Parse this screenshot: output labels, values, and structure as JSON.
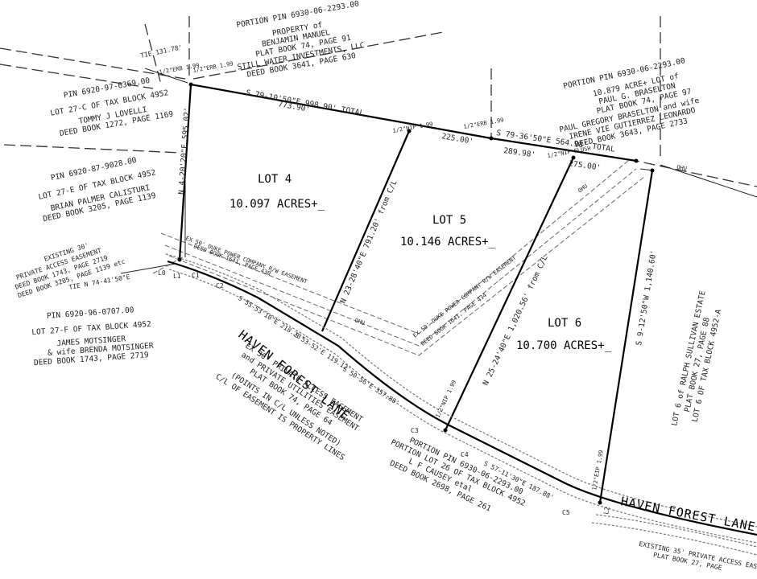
{
  "lots": [
    {
      "name": "LOT 4",
      "acres": "10.097 ACRES+_"
    },
    {
      "name": "LOT 5",
      "acres": "10.146 ACRES+_"
    },
    {
      "name": "LOT 6",
      "acres": "10.700 ACRES+_"
    }
  ],
  "road": {
    "name": "HAVEN FOREST LANE",
    "name_right": "HAVEN FOREST LANE"
  },
  "top_owner": {
    "line1": "PORTION PIN 6930-06-2293.00",
    "line2": "PROPERTY of",
    "line3": "BENJAMIN MANUEL",
    "line4": "PLAT BOOK 74, PAGE 91",
    "line5": "STILL WATER INVESTMENTS, LLC",
    "line6": "DEED BOOK 3641, PAGE 630"
  },
  "right_owner": {
    "line1": "PORTION PIN 6930-06-2293.00",
    "line2": "10.879 ACRE+ LOT of",
    "line3": "PAUL G. BRASELTON",
    "line4": "PLAT BOOK 74, PAGE 97",
    "line5": "PAUL GREGORY BRASELTON and wife",
    "line6": "IRENE VIE GUTIERREZ LEONARDO",
    "line7": "DEED BOOK 3643, PAGE 2733"
  },
  "left_owner": {
    "line1": "PIN 6920-97-6369.00",
    "line2": "LOT 27-C OF TAX BLOCK 4952",
    "line3": "TOMMY J LOVELLI",
    "line4": "DEED BOOK 1272, PAGE 1169"
  },
  "left_owner2": {
    "line1": "PIN 6920-87-9028.00",
    "line2": "LOT 27-E OF TAX BLOCK 4952",
    "line3": "BRIAN PALMER CALISTURI",
    "line4": "DEED BOOK 3205, PAGE 1139"
  },
  "left_easement": {
    "line1": "EXISTING 30'",
    "line2": "PRIVATE ACCESS EASEMENT",
    "line3": "DEED BOOK 1743, PAGE 2719",
    "line4": "DEED BOOK 3205, PAGE 1139 etc"
  },
  "bottom_left_owner": {
    "line1": "PIN 6920-96-0707.00",
    "line2": "LOT 27-F OF TAX BLOCK 4952",
    "line3": "JAMES MOTSINGER",
    "line4": "& wife BRENDA MOTSINGER",
    "line5": "DEED BOOK 1743, PAGE 2719"
  },
  "bottom_owner": {
    "line1": "PORTION PIN 6930-06-2293.00",
    "line2": "PORTION LOT 26 OF TAX BLOCK 4952",
    "line3": "L F CAUSEY etal",
    "line4": "DEED BOOK 2698, PAGE 261"
  },
  "right_estate": {
    "line1": "LOT 6 of RALPH SULLIVAN ESTATE",
    "line2": "PLAT BOOK 27, PAGE 88",
    "line3": "LOT 6 OF TAX BLOCK 4952-A"
  },
  "easement_note": {
    "line1": "EX 30' PRIVATE ACCESS EASEMENT",
    "line2": "and PRIVATE UTILITIES EASEMENT",
    "line3": "PLAT BOOK 74, PAGE 64",
    "line4": "(POINTS IN C/L UNLESS NOTED)",
    "line5": "C/L OF EASEMENT IS PROPERTY LINES"
  },
  "power_easement": {
    "a": "EX 50' DUKE POWER COMPANY R/W EASEMENT",
    "b": "DEED BOOK 1641, PAGE 430",
    "c": "EX 50' DUKE POWER COMPANY R/W EASEMENT",
    "d": "DEED BOOK 1641, PAGE 434"
  },
  "bottom_right_easement": {
    "line1": "EXISTING 35' PRIVATE ACCESS EAS",
    "line2": "PLAT BOOK 27, PAGE"
  },
  "bearings": {
    "top": "S 79-10'50\"E 998.90' TOTAL",
    "top_dist": "773.90'",
    "mid_top": "225.00'",
    "right_top": "S 79-36'50\"E 564.98' TOTAL",
    "right_top_dist": "289.98'",
    "right_top_dist2": "275.00'",
    "west": "N 4-20'20\"E 595.02'",
    "line45": "N 23-28'40\"E 791.20' from C/L",
    "line56": "N 25-24'40\"E 1,020.56' from C/L",
    "east": "S 9-12'50\"W 1,140.60'",
    "tie_top": "TIE 131.78'",
    "tie_left": "TIE N 74-41'50\"E",
    "road1": "S 55-53'10\"E 218.28'",
    "road2": "S 53-52'E 119.12'",
    "road3": "S 50-56'E 357.88'",
    "road4": "S 57-11'30\"E 187.88'"
  },
  "pins": {
    "erb1": "1/2\"ERB 1.99",
    "erb2": "1/2\"ERB 1.99",
    "erb3": "1/2\"ERB 1.99",
    "nip1": "1/2\"NIP 1.99",
    "nip2": "1/2\"NIP FLUSH",
    "nip3": "1/2\"NIP 1.99",
    "eip1": "1/2\"EIP 1.99"
  },
  "curves": [
    "C1",
    "C2",
    "C3",
    "C4",
    "C5"
  ],
  "line_labels": [
    "L0",
    "L1",
    "L2"
  ],
  "utility_labels": {
    "ohu": "OHU",
    "ohu2": "OHU",
    "ohu3": "OHU"
  }
}
